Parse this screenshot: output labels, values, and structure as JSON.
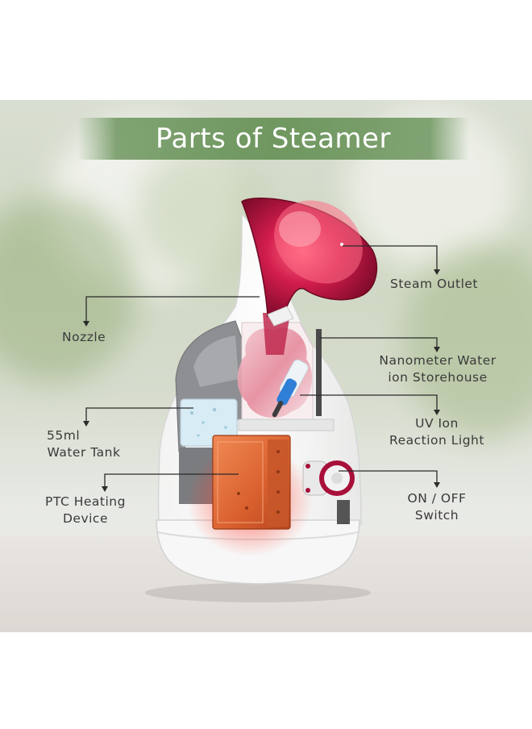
{
  "diagram": {
    "title": "Parts of Steamer",
    "callouts": [
      {
        "id": "steam-outlet",
        "lines": [
          "Steam Outlet"
        ]
      },
      {
        "id": "nozzle",
        "lines": [
          "Nozzle"
        ]
      },
      {
        "id": "nanometer-storehouse",
        "lines": [
          "Nanometer Water",
          "ion Storehouse"
        ]
      },
      {
        "id": "water-tank",
        "lines": [
          "55ml",
          "Water Tank"
        ]
      },
      {
        "id": "uv-light",
        "lines": [
          "UV Ion",
          "Reaction Light"
        ]
      },
      {
        "id": "ptc-heating",
        "lines": [
          "PTC Heating",
          "Device"
        ]
      },
      {
        "id": "on-off-switch",
        "lines": [
          "ON / OFF",
          "Switch"
        ]
      }
    ]
  },
  "colors": {
    "title_band": "#6f975f",
    "funnel": "#b3123f",
    "heater": "#e0662f",
    "callout_text": "#3a3a3a",
    "leader_line": "#2b2b2b"
  }
}
